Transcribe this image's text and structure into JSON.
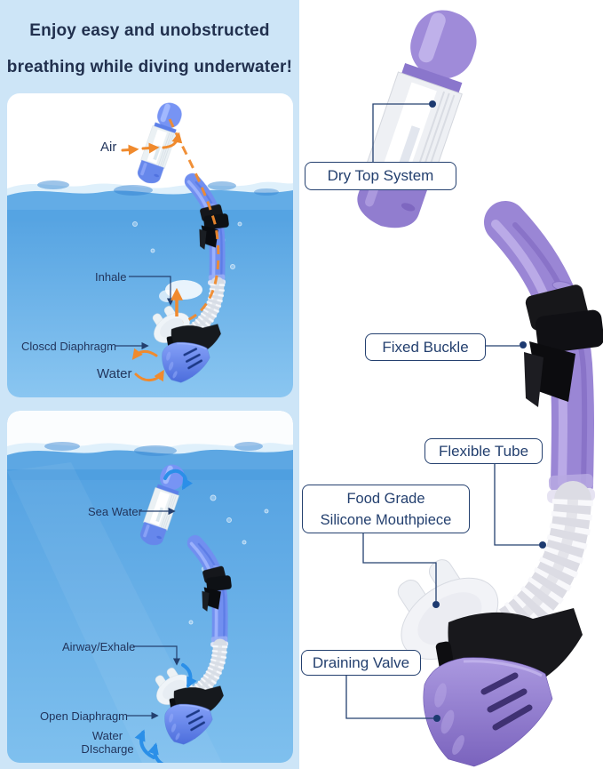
{
  "title": {
    "line1": "Enjoy easy and unobstructed",
    "line2": "breathing while diving underwater!"
  },
  "panel_top": {
    "labels": {
      "air": "Air",
      "inhale": "Inhale",
      "closed_diaphragm": "Closcd Diaphragm",
      "water": "Water"
    }
  },
  "panel_bottom": {
    "labels": {
      "sea_water": "Sea Water",
      "airway_exhale": "Airway/Exhale",
      "open_diaphragm": "Open Diaphragm",
      "water_discharge_line1": "Water",
      "water_discharge_line2": "DIscharge"
    }
  },
  "callouts": [
    {
      "id": "dry-top-system",
      "label": "Dry Top System"
    },
    {
      "id": "fixed-buckle",
      "label": "Fixed Buckle"
    },
    {
      "id": "flexible-tube",
      "label": "Flexible Tube"
    },
    {
      "id": "silicone-mouthpiece",
      "label_line1": "Food Grade",
      "label_line2": "Silicone Mouthpiece"
    },
    {
      "id": "draining-valve",
      "label": "Draining Valve"
    }
  ],
  "colors": {
    "left_background": "#cde5f7",
    "callout_navy": "#24406f",
    "title_navy": "#21304e",
    "water_surface_blue": "#4f9fe0",
    "water_deep_blue": "#8ac6f1",
    "product_purple": "#9a86d5",
    "arrow_orange": "#f08a2d",
    "arrow_blue": "#2b8fe8"
  }
}
